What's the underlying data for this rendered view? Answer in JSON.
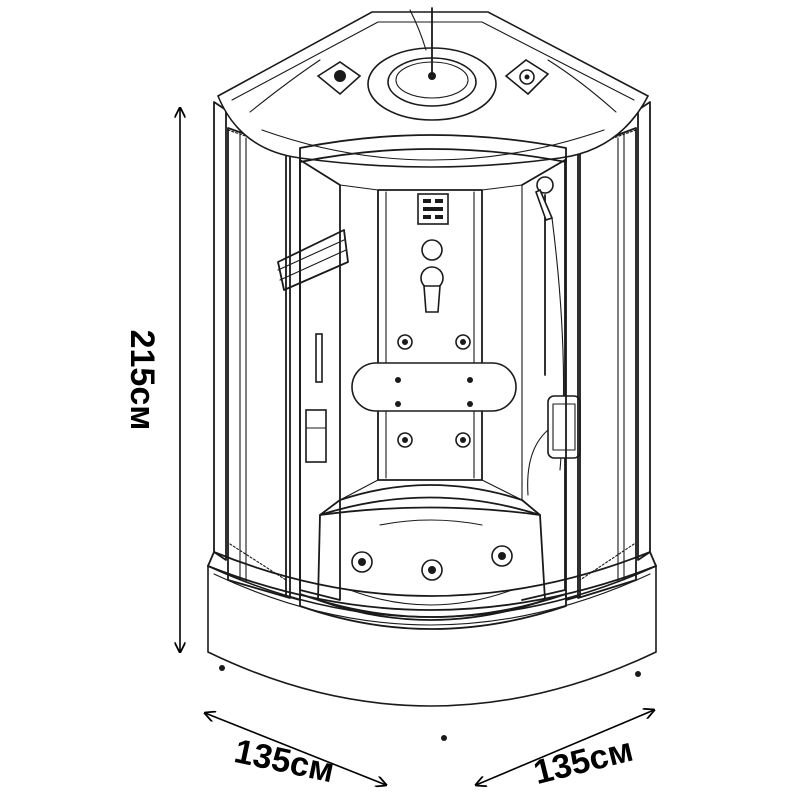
{
  "dimensions": {
    "height": "215см",
    "width_left": "135см",
    "width_right": "135см"
  }
}
